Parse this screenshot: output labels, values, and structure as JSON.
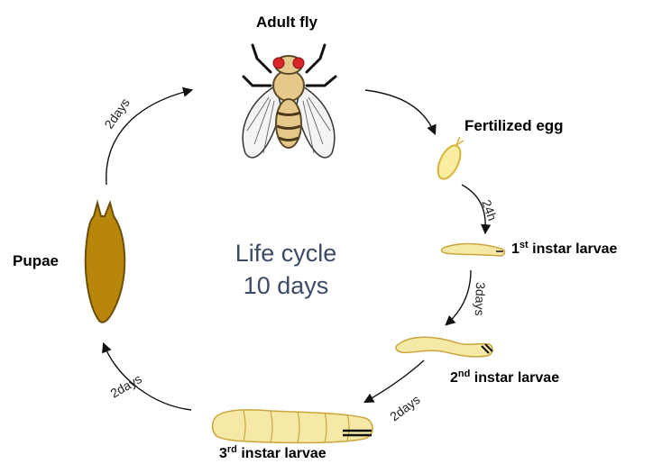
{
  "center": {
    "line1": "Life cycle",
    "line2": "10 days"
  },
  "stages": {
    "adult": {
      "label": "Adult fly"
    },
    "egg": {
      "label": "Fertilized egg"
    },
    "larva1": {
      "num": "1",
      "sup": "st",
      "rest": " instar larvae"
    },
    "larva2": {
      "num": "2",
      "sup": "nd",
      "rest": " instar larvae"
    },
    "larva3": {
      "num": "3",
      "sup": "rd",
      "rest": " instar larvae"
    },
    "pupae": {
      "label": "Pupae"
    }
  },
  "durations": {
    "adult_to_egg": "",
    "egg_to_l1": "24h",
    "l1_to_l2": "3days",
    "l2_to_l3": "2days",
    "l3_to_pupae": "2days",
    "pupae_to_adult": "2days"
  },
  "colors": {
    "larva_fill": "#f6e9a8",
    "larva_stroke": "#c9a53a",
    "egg_fill": "#fbeea0",
    "egg_stroke": "#d9b43a",
    "pupa_fill": "#b8860b",
    "pupa_stroke": "#6b4e0a",
    "fly_eye": "#d8262a",
    "fly_body": "#e6c98a",
    "center_text": "#3b4b66"
  },
  "icons": [
    "fly-illustration",
    "egg-illustration",
    "larva-illustration",
    "pupa-illustration",
    "cycle-arrow"
  ]
}
